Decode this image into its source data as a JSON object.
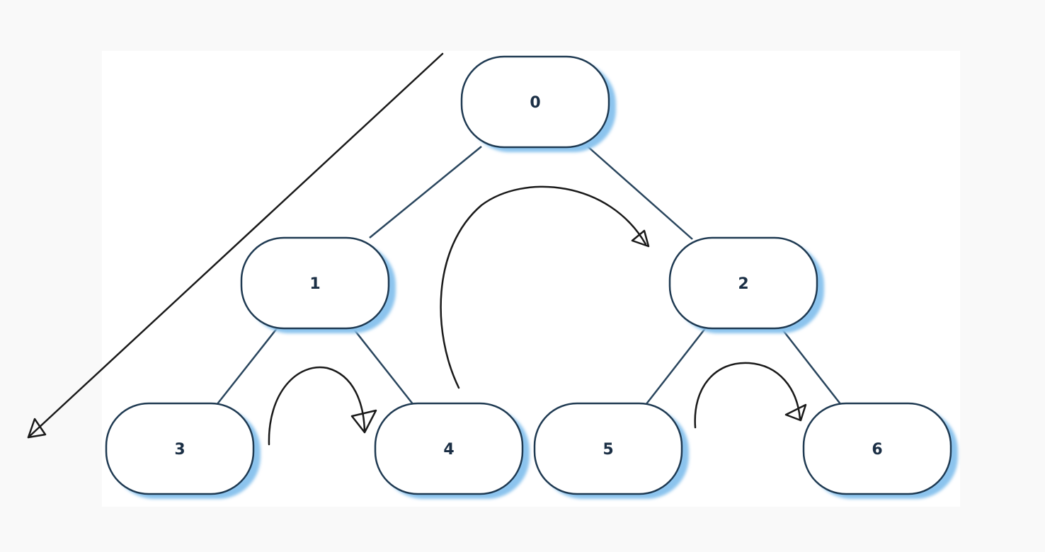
{
  "diagram": {
    "nodes": [
      {
        "id": "0",
        "label": "0"
      },
      {
        "id": "1",
        "label": "1"
      },
      {
        "id": "2",
        "label": "2"
      },
      {
        "id": "3",
        "label": "3"
      },
      {
        "id": "4",
        "label": "4"
      },
      {
        "id": "5",
        "label": "5"
      },
      {
        "id": "6",
        "label": "6"
      }
    ],
    "edges": [
      {
        "from": "0",
        "to": "1"
      },
      {
        "from": "0",
        "to": "2"
      },
      {
        "from": "1",
        "to": "3"
      },
      {
        "from": "1",
        "to": "4"
      },
      {
        "from": "2",
        "to": "5"
      },
      {
        "from": "2",
        "to": "6"
      }
    ],
    "arrows": [
      {
        "from": "3",
        "to": "4",
        "style": "hand-drawn curved"
      },
      {
        "from": "4",
        "to": "2",
        "style": "hand-drawn curved"
      },
      {
        "from": "5",
        "to": "6",
        "style": "hand-drawn curved"
      },
      {
        "from": "top",
        "to": "bottom-left",
        "style": "hand-drawn straight"
      }
    ],
    "colors": {
      "node_fill": "#ffffff",
      "node_stroke": "#1f3a52",
      "node_glow": "#8cc4ee",
      "edge": "#2a465e",
      "arrow": "#1a1a1a",
      "panel": "#ffffff",
      "background": "#f9f9f9"
    }
  }
}
